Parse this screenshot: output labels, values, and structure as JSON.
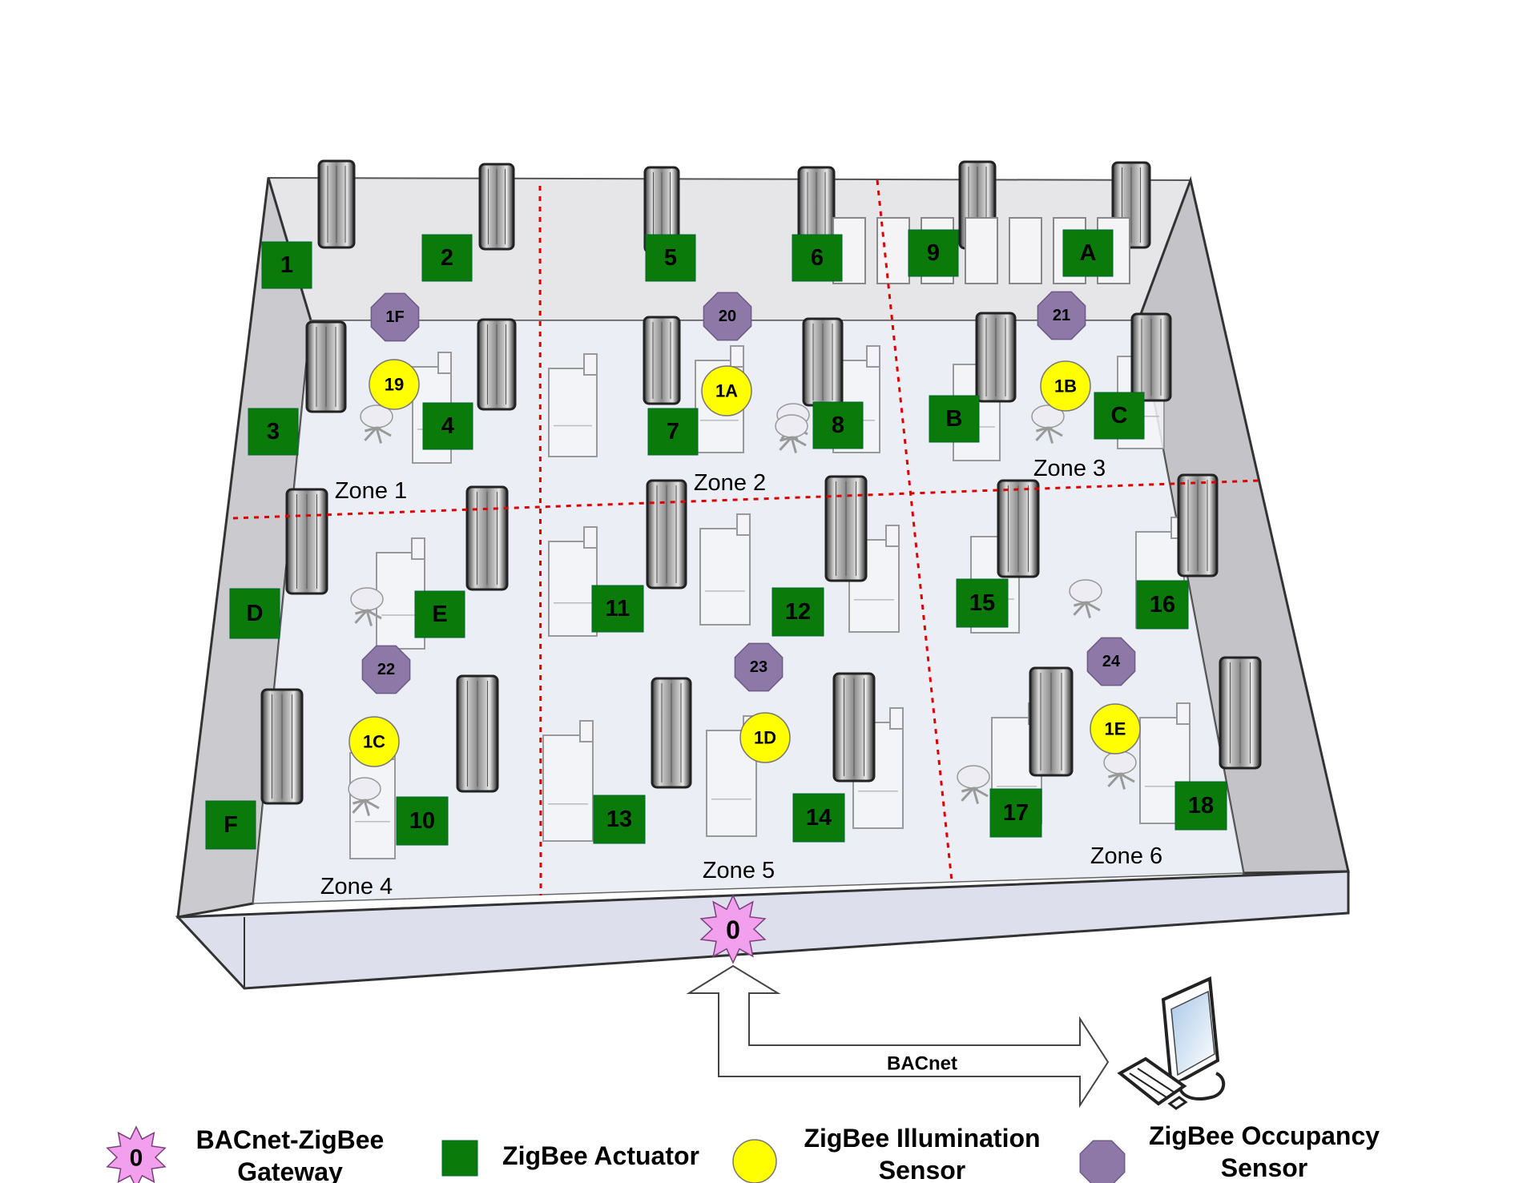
{
  "zones": [
    {
      "id": "zone-1",
      "label": "Zone 1"
    },
    {
      "id": "zone-2",
      "label": "Zone 2"
    },
    {
      "id": "zone-3",
      "label": "Zone 3"
    },
    {
      "id": "zone-4",
      "label": "Zone 4"
    },
    {
      "id": "zone-5",
      "label": "Zone 5"
    },
    {
      "id": "zone-6",
      "label": "Zone 6"
    }
  ],
  "actuators": [
    "1",
    "2",
    "5",
    "6",
    "9",
    "A",
    "3",
    "4",
    "7",
    "8",
    "B",
    "C",
    "D",
    "E",
    "11",
    "12",
    "15",
    "16",
    "F",
    "10",
    "13",
    "14",
    "17",
    "18"
  ],
  "illumination_sensors": [
    "19",
    "1A",
    "1B",
    "1C",
    "1D",
    "1E"
  ],
  "occupancy_sensors": [
    "1F",
    "20",
    "21",
    "22",
    "23",
    "24"
  ],
  "gateway": {
    "label": "0"
  },
  "link": {
    "label": "BACnet"
  },
  "legend": {
    "gateway_line1": "BACnet-ZigBee",
    "gateway_line2": "Gateway",
    "gateway_symbol": "0",
    "actuator": "ZigBee Actuator",
    "illumination_line1": "ZigBee Illumination",
    "illumination_line2": "Sensor",
    "occupancy_line1": "ZigBee Occupancy",
    "occupancy_line2": "Sensor"
  },
  "colors": {
    "actuator": "#0a7a0a",
    "illumination": "#ffff00",
    "occupancy": "#8e78a8",
    "gateway": "#f2a0ee",
    "zone_divider": "#dd0000",
    "floor": "#eceef5",
    "wall": "#cfcfd3"
  }
}
